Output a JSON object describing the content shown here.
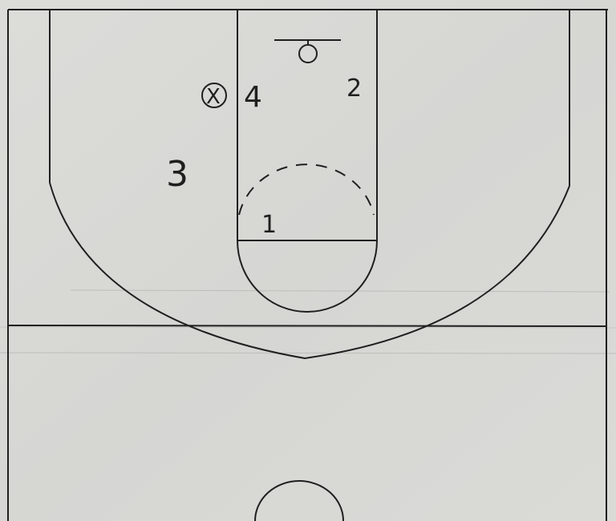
{
  "diagram": {
    "player_labels": {
      "p1": "1",
      "p2": "2",
      "p3": "3",
      "p4": "4",
      "defender": "X"
    },
    "colors": {
      "paper": "#d9d9d6",
      "paper_shadow": "#cfcfcb",
      "ink": "#1f1f1f",
      "fold_line": "#b8b8b4"
    },
    "court_elements": [
      "sideline-left",
      "sideline-right",
      "baseline",
      "three-point-arc",
      "lane",
      "free-throw-line",
      "free-throw-circle-top",
      "free-throw-circle-bottom-dashed",
      "backboard",
      "rim",
      "half-court-line",
      "center-circle"
    ]
  }
}
